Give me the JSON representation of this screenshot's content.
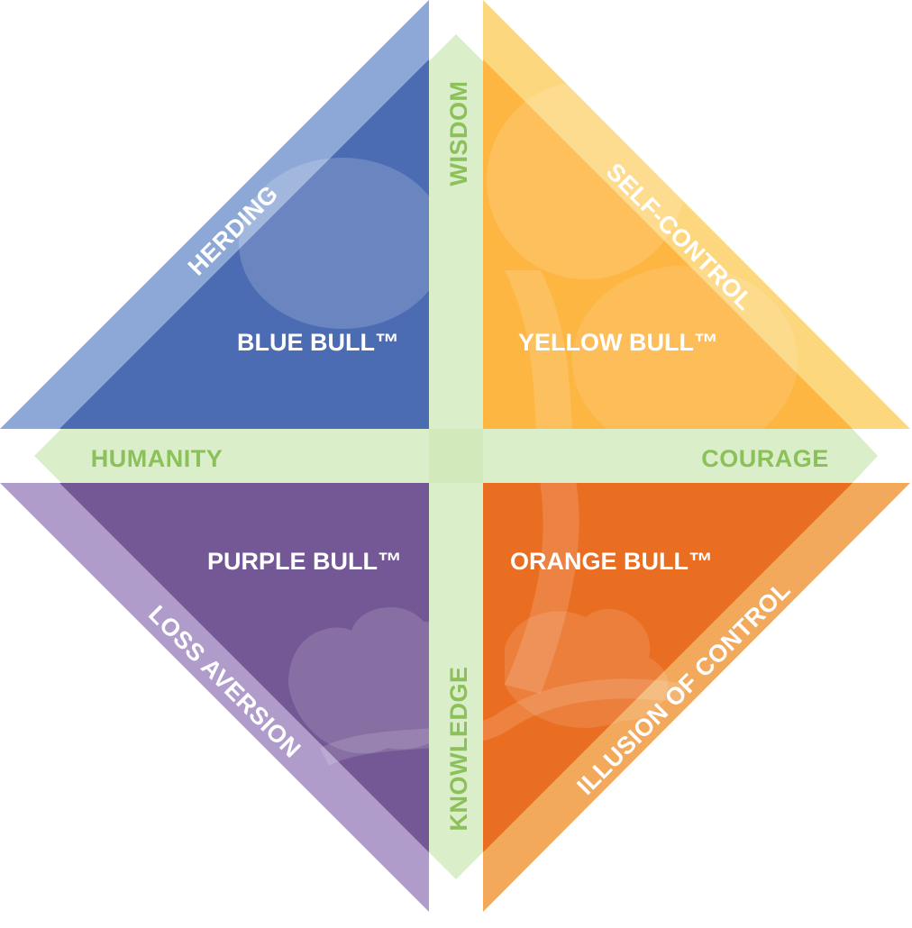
{
  "colors": {
    "blue_outer": "#8DA8D6",
    "blue_inner": "#4B6BB3",
    "purple_outer": "#B09CCB",
    "purple_inner": "#745896",
    "yellow_outer": "#FDD77E",
    "yellow_inner": "#FDB642",
    "orange_outer": "#F2A95C",
    "orange_inner": "#EA6E22",
    "band": "#CDE7B6",
    "virtue_text": "#8BC05A",
    "label_text": "#FFFFFF"
  },
  "quadrants": {
    "blue": {
      "bull": "BLUE BULL™",
      "bias": "HERDING"
    },
    "yellow": {
      "bull": "YELLOW BULL™",
      "bias": "SELF-CONTROL"
    },
    "purple": {
      "bull": "PURPLE BULL™",
      "bias": "LOSS AVERSION"
    },
    "orange": {
      "bull": "ORANGE BULL™",
      "bias": "ILLUSION OF CONTROL"
    }
  },
  "virtues": {
    "top": "WISDOM",
    "left": "HUMANITY",
    "right": "COURAGE",
    "bottom": "KNOWLEDGE"
  }
}
